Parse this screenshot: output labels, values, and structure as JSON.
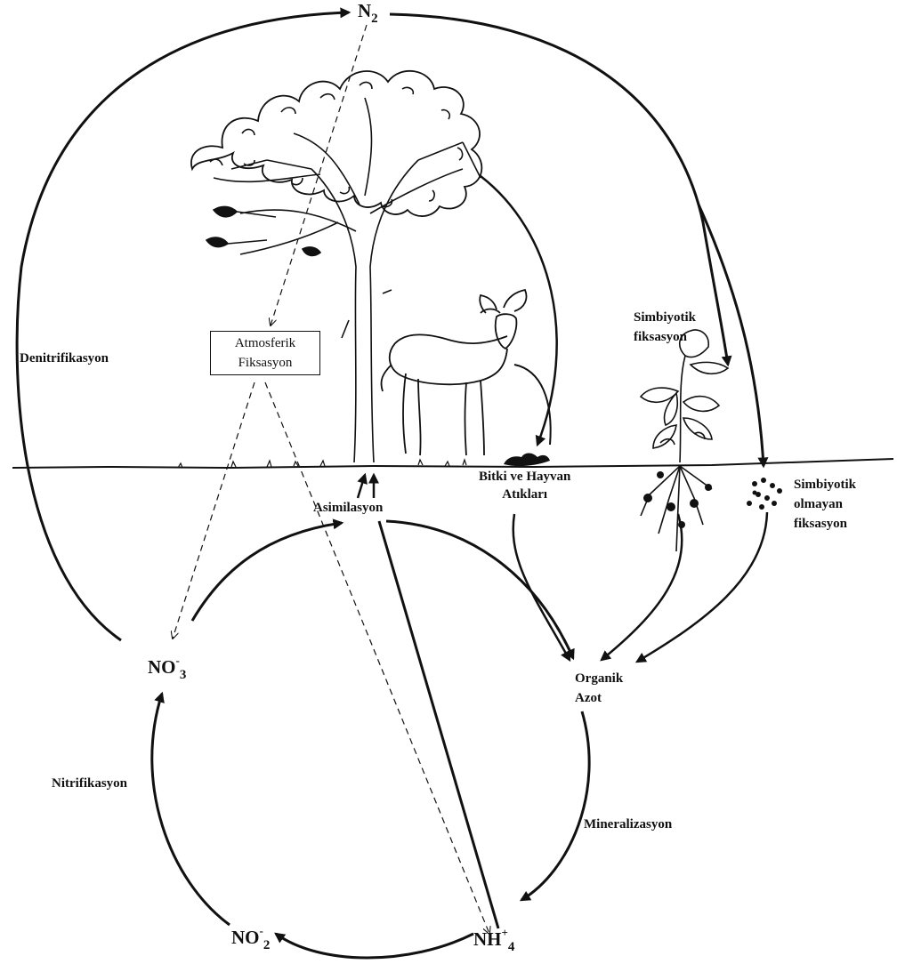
{
  "nodes": {
    "n2": {
      "base": "N",
      "sub": "2"
    },
    "no3": {
      "base": "NO",
      "sup": "-",
      "sub": "3"
    },
    "no2": {
      "base": "NO",
      "sup": "-",
      "sub": "2"
    },
    "nh4": {
      "base": "NH",
      "sup": "+",
      "sub": "4"
    },
    "organik_azot": {
      "line1": "Organik",
      "line2": "Azot"
    }
  },
  "processes": {
    "denitrifikasyon": "Denitrifikasyon",
    "atmosferik_fiksasyon": {
      "line1": "Atmosferik",
      "line2": "Fiksasyon"
    },
    "asimilasyon": "Asimilasyon",
    "bitki_hayvan_atiklari": {
      "line1": "Bitki ve Hayvan",
      "line2": "Atıkları"
    },
    "simbiyotik_fiksasyon": {
      "line1": "Simbiyotik",
      "line2": "fiksasyon"
    },
    "simbiyotik_olmayan_fiksasyon": {
      "line1": "Simbiyotik",
      "line2": "olmayan",
      "line3": "fiksasyon"
    },
    "nitrifikasyon": "Nitrifikasyon",
    "mineralizasyon": "Mineralizasyon"
  },
  "illustrations": [
    "tree",
    "deer",
    "plant-with-root-nodules",
    "soil-bacteria-dots",
    "animal-waste"
  ],
  "colors": {
    "ink": "#111111",
    "background": "#ffffff"
  }
}
